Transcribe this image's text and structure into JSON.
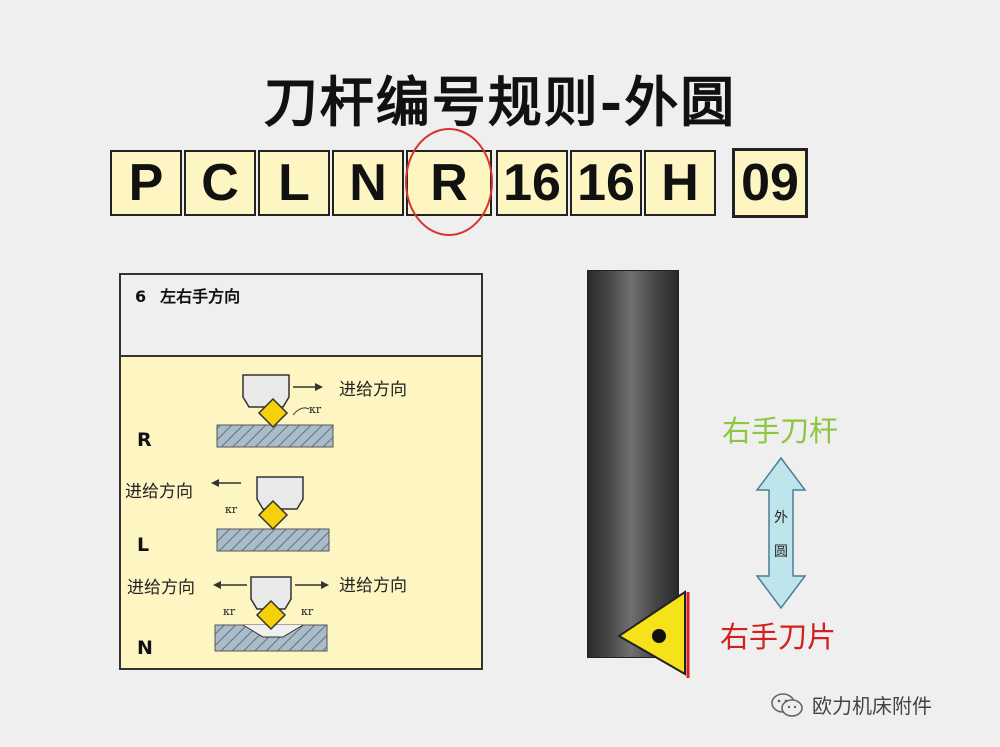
{
  "title": "刀杆编号规则-外圆",
  "code": {
    "group1": [
      "P",
      "C",
      "L",
      "N",
      "R"
    ],
    "group2": [
      "16",
      "16",
      "H"
    ],
    "group3": [
      "09"
    ]
  },
  "panel": {
    "number": "6",
    "heading": "左右手方向",
    "rows": {
      "r": "R",
      "l": "L",
      "n": "N"
    },
    "feed_label": "进给方向"
  },
  "labels": {
    "holder": "右手刀杆",
    "insert": "右手刀片",
    "arrow_char1": "外",
    "arrow_char2": "圆"
  },
  "watermark": "欧力机床附件",
  "icons": [
    "wechat-icon",
    "right-arrow-icon",
    "left-arrow-icon",
    "double-arrow-icon"
  ],
  "colors": {
    "box_fill": "#fdf6c3",
    "highlight": "#d83333",
    "holder_label": "#8dc63f",
    "insert_label": "#d42020",
    "insert_fill": "#f5e21b",
    "arrow_fill": "#bfe5ec"
  }
}
